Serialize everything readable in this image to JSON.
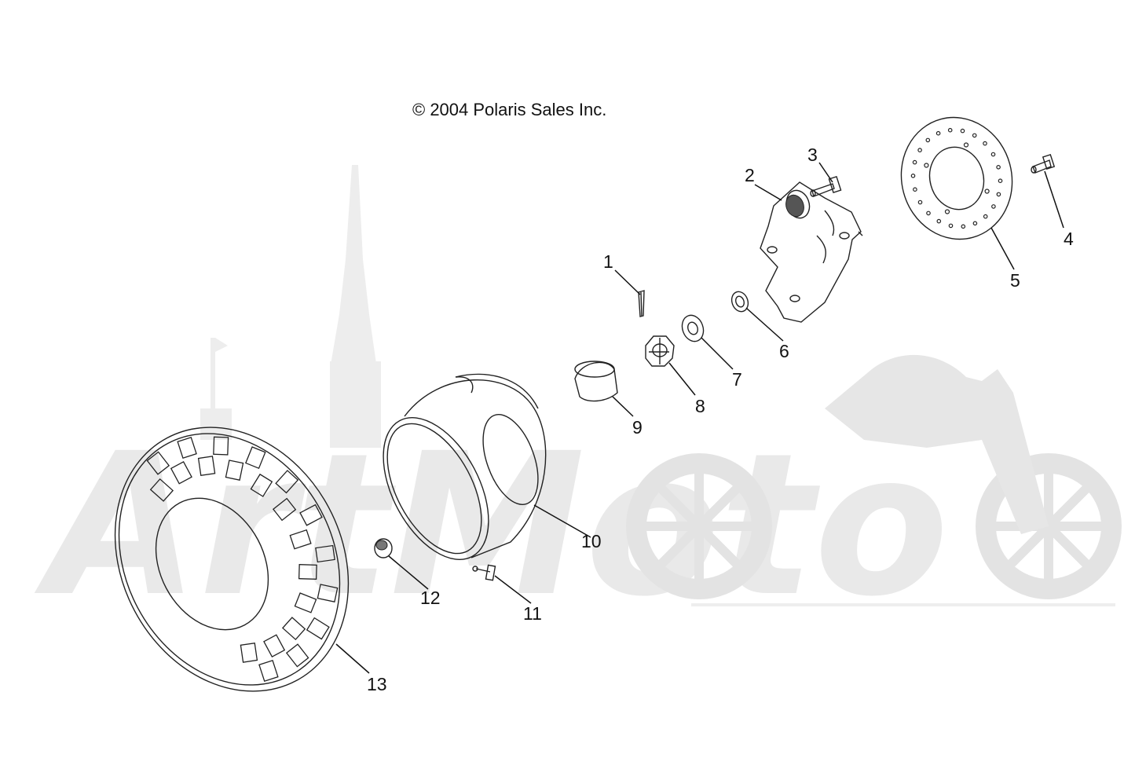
{
  "copyright": "© 2004 Polaris Sales Inc.",
  "watermark": {
    "text": "ArtMoto",
    "color": "#e6e6e6"
  },
  "callouts": [
    "1",
    "2",
    "3",
    "4",
    "5",
    "6",
    "7",
    "8",
    "9",
    "10",
    "11",
    "12",
    "13"
  ],
  "colors": {
    "line": "#222222",
    "background": "#ffffff"
  }
}
